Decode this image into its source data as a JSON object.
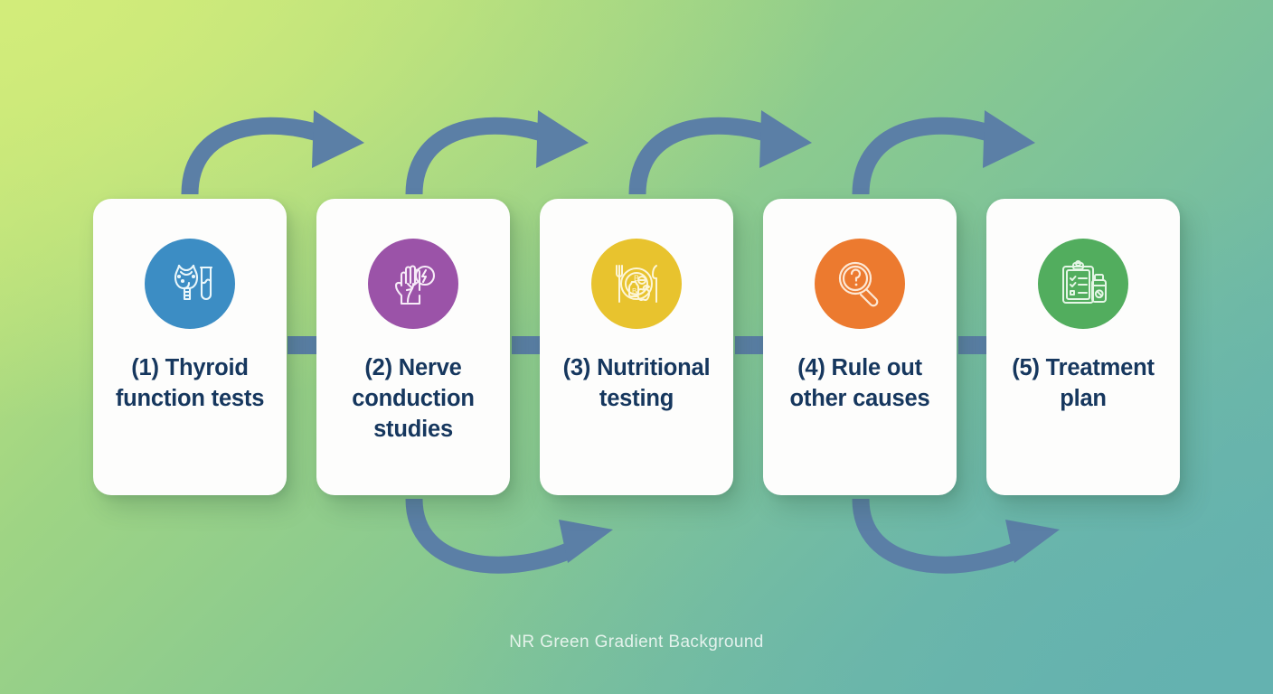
{
  "background": {
    "caption": "NR Green Gradient Background",
    "gradient_top_left": "#c9e878",
    "gradient_top_right": "#7fc49a",
    "gradient_bottom_left": "#9ed484",
    "gradient_bottom_right": "#64b0ae"
  },
  "arrows": {
    "color": "#5b7fa6",
    "straight_count": 4,
    "curved_top_count": 4,
    "curved_bottom_count": 2
  },
  "cards": [
    {
      "number": "(1)",
      "label": "(1) Thyroid function tests",
      "icon": "thyroid-test-tube-icon",
      "circle_color": "#3c8dc4"
    },
    {
      "number": "(2)",
      "label": "(2) Nerve conduction studies",
      "icon": "hand-nerve-lightning-icon",
      "circle_color": "#9b53a8"
    },
    {
      "number": "(3)",
      "label": "(3) Nutritional testing",
      "icon": "plate-fork-knife-vitamins-icon",
      "circle_color": "#e8c32e"
    },
    {
      "number": "(4)",
      "label": "(4) Rule out other causes",
      "icon": "magnifier-question-mark-icon",
      "circle_color": "#ec7a2f"
    },
    {
      "number": "(5)",
      "label": "(5) Treatment plan",
      "icon": "clipboard-checklist-medicine-icon",
      "circle_color": "#52ad5e"
    }
  ]
}
